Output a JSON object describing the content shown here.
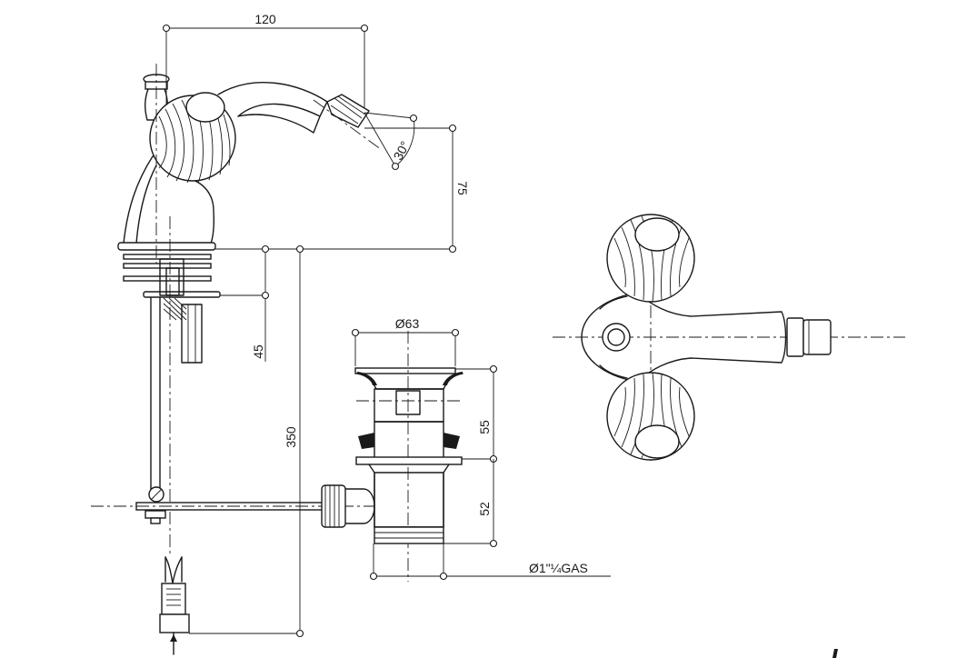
{
  "dimensions": {
    "width_top": "120",
    "angle": "30°",
    "height_spout": "75",
    "depth_45": "45",
    "length_350": "350",
    "diameter_waste": "Ø63",
    "height_55": "55",
    "height_52": "52",
    "thread": "Ø1\"¼GAS"
  },
  "colors": {
    "line": "#1a1a1a",
    "background": "#ffffff"
  }
}
